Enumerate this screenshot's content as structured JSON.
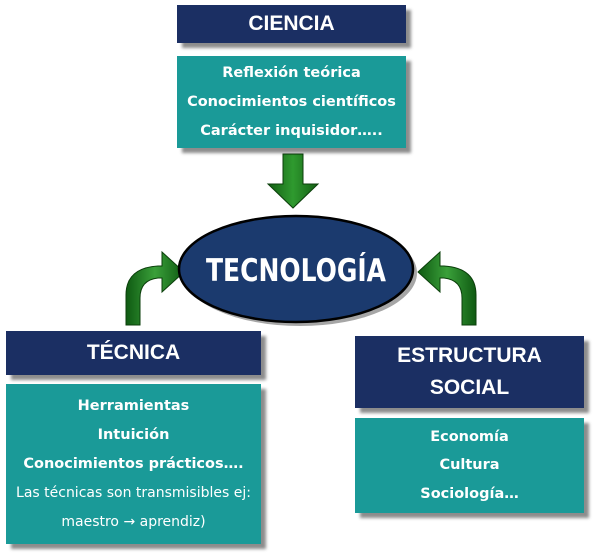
{
  "ciencia": {
    "title": "CIENCIA",
    "items": [
      "Reflexión teórica",
      "Conocimientos científicos",
      "Carácter inquisidor….."
    ]
  },
  "tecnologia": {
    "title": "TECNOLOGÍA"
  },
  "tecnica": {
    "title": "TÉCNICA",
    "items": [
      "Herramientas",
      "Intuición",
      "Conocimientos prácticos…."
    ],
    "note_lines": [
      "Las técnicas son transmisibles ej:",
      "maestro → aprendiz)"
    ]
  },
  "estructura_social": {
    "title_lines": [
      "ESTRUCTURA",
      "SOCIAL"
    ],
    "items": [
      "Economía",
      "Cultura",
      "Sociología…"
    ]
  },
  "colors": {
    "navy": "#1b2f63",
    "teal": "#1a9a98",
    "arrow_green": "#1f7a1f",
    "ellipse_fill": "#1b3a6e"
  }
}
